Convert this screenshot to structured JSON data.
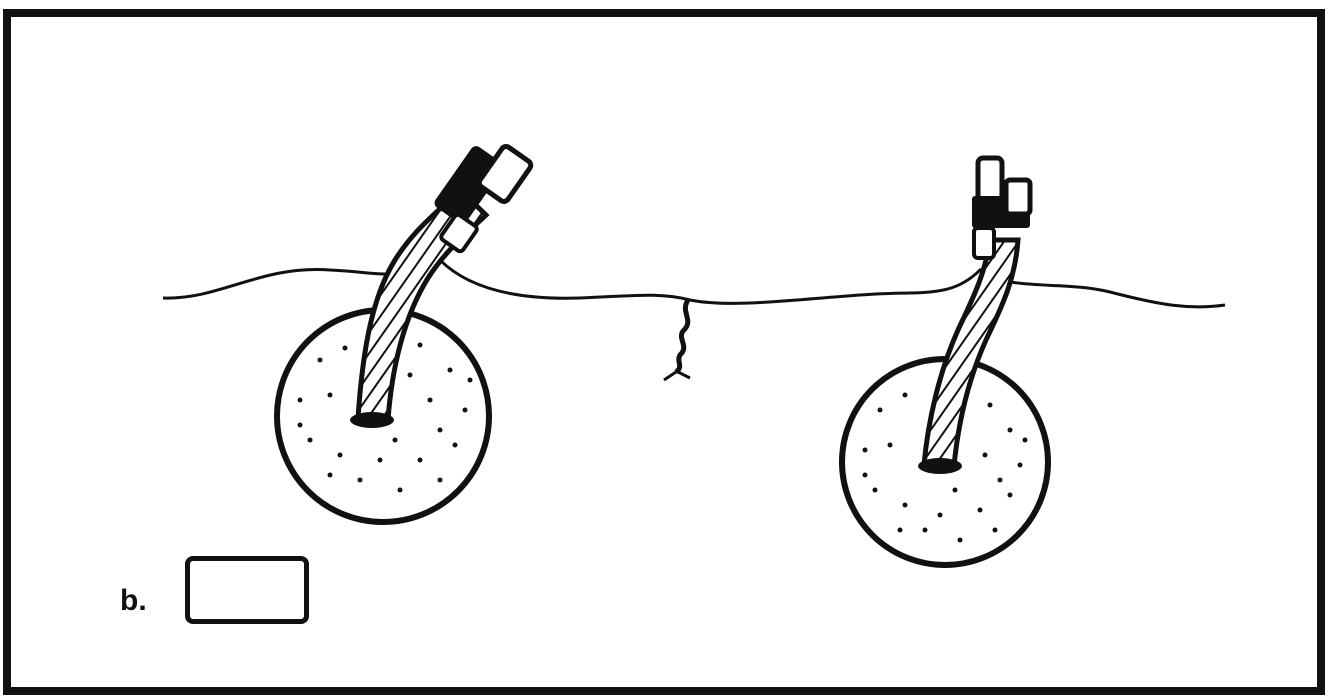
{
  "panel": {
    "label": "b."
  },
  "answer_box": {
    "value": ""
  },
  "colors": {
    "ink": "#111111",
    "paper": "#ffffff"
  },
  "components": [
    {
      "name": "left-float",
      "kind": "float with pipe fitting"
    },
    {
      "name": "right-float",
      "kind": "float with pipe fitting"
    },
    {
      "name": "connecting-line",
      "kind": "line with center knot"
    }
  ]
}
